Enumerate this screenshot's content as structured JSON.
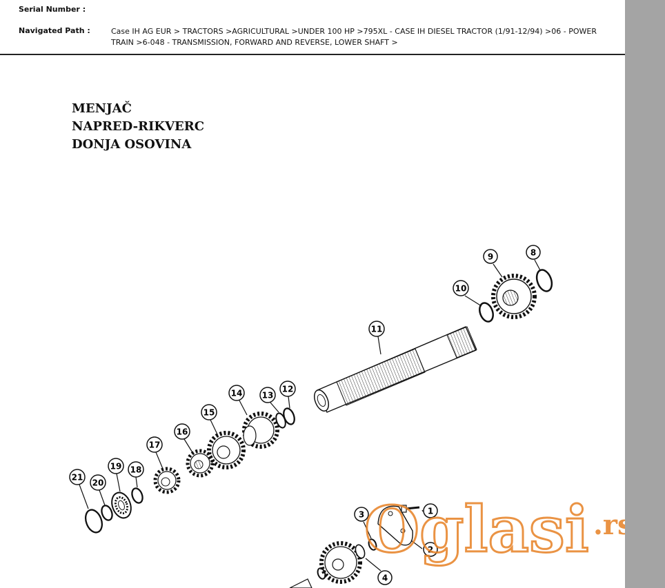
{
  "header": {
    "serial_label": "Serial Number :",
    "path_label": "Navigated Path :",
    "path_line1": "Case IH AG EUR > TRACTORS >AGRICULTURAL >UNDER 100 HP >795XL - CASE IH DIESEL TRACTOR (1/91-12/94) >06 - POWER",
    "path_line2": "TRAIN >6-048 - TRANSMISSION, FORWARD AND REVERSE, LOWER SHAFT >"
  },
  "title": {
    "line1": "MENJAČ",
    "line2": "NAPRED-RIKVERC",
    "line3": "DONJA OSOVINA"
  },
  "callouts": {
    "c1": "1",
    "c2": "2",
    "c3": "3",
    "c4": "4",
    "c8": "8",
    "c9": "9",
    "c10": "10",
    "c11": "11",
    "c12": "12",
    "c13": "13",
    "c14": "14",
    "c15": "15",
    "c16": "16",
    "c17": "17",
    "c18": "18",
    "c19": "19",
    "c20": "20",
    "c21": "21"
  },
  "watermark": {
    "brand": "Oglasi",
    "suffix": ".rs",
    "color": "#e8852b"
  }
}
